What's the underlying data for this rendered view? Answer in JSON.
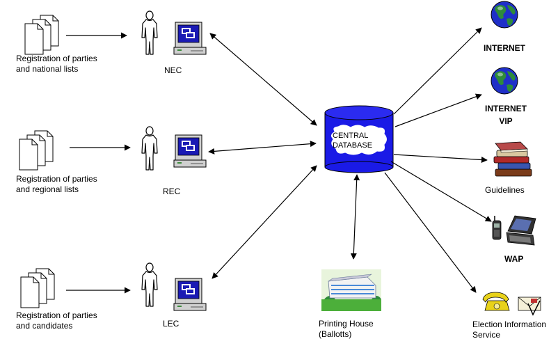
{
  "sources": [
    {
      "doc_label": "Registration of parties\nand national lists",
      "office": "NEC"
    },
    {
      "doc_label": "Registration of parties\nand regional lists",
      "office": "REC"
    },
    {
      "doc_label": "Registration of parties\nand candidates",
      "office": "LEC"
    }
  ],
  "database": {
    "label": "CENTRAL\nDATABASE"
  },
  "printing": {
    "label": "Printing House\n(Ballotts)"
  },
  "outputs": {
    "internet": "INTERNET",
    "internet_vip": "INTERNET\nVIP",
    "guidelines": "Guidelines",
    "wap": "WAP",
    "eis": "Election Information\nService"
  },
  "colors": {
    "database": "#1a1ae6",
    "globe_ocean": "#1f2fc8",
    "globe_land": "#2e8b3a",
    "monitor_screen": "#1a1ab4"
  },
  "icons": [
    "document-stack-icon",
    "person-icon",
    "computer-icon",
    "database-icon",
    "building-icon",
    "globe-icon",
    "books-icon",
    "mobile-phone-icon",
    "pda-icon",
    "telephone-icon",
    "envelope-icon"
  ]
}
